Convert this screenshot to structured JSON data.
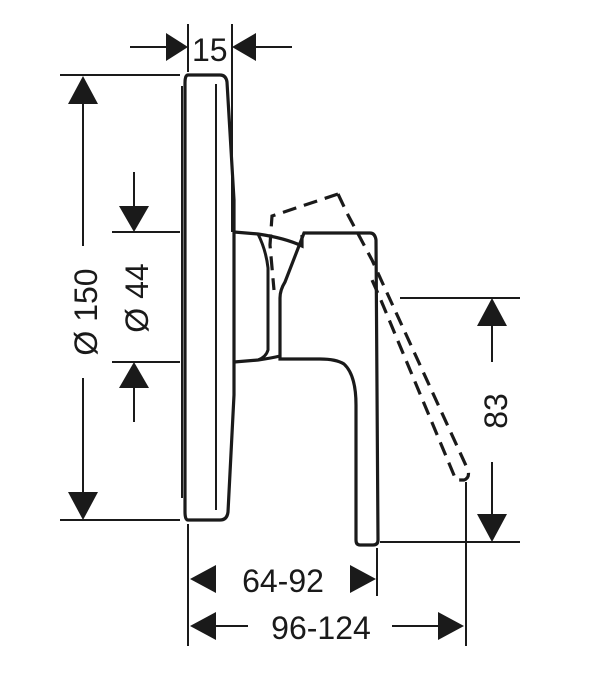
{
  "dimensions": {
    "plate_thickness": "15",
    "plate_diameter": "Ø 150",
    "hub_diameter": "Ø 44",
    "lever_height": "83",
    "projection_min_max": "64-92",
    "projection_lever_min_max": "96-124"
  },
  "colors": {
    "line": "#1a1a1a",
    "background": "#ffffff"
  }
}
